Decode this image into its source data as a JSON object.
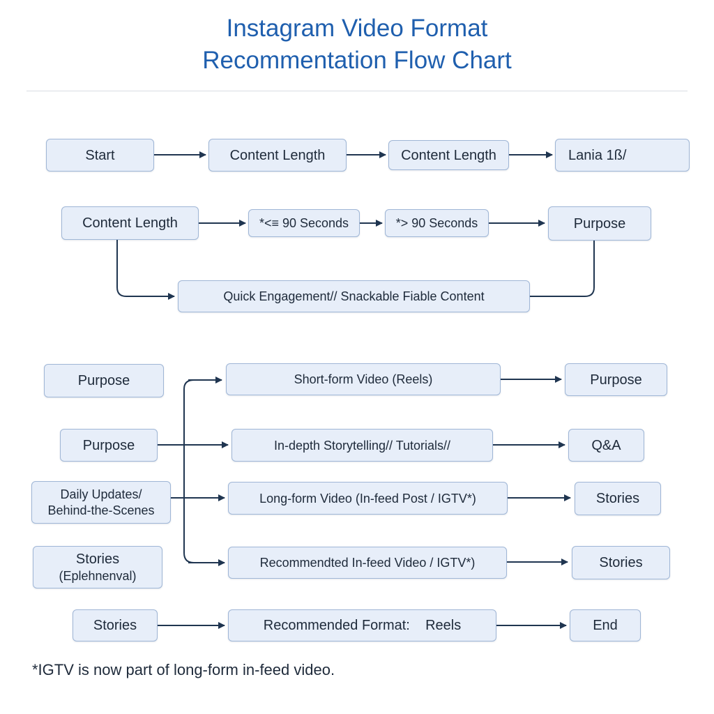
{
  "title": {
    "line1": "Instagram Video Format",
    "line2": "Recommentation Flow Chart"
  },
  "nodes": {
    "start": "Start",
    "content_length_1": "Content Length",
    "content_length_2": "Content Length",
    "lania": "Lania 1ß/",
    "content_length_3": "Content Length",
    "le_90": "*<≡ 90 Seconds",
    "gt_90": "*> 90 Seconds",
    "purpose_1": "Purpose",
    "quick_engagement": "Quick Engagement// Snackable Fiable Content",
    "purpose_2": "Purpose",
    "short_form": "Short-form Video (Reels)",
    "purpose_3": "Purpose",
    "purpose_4": "Purpose",
    "in_depth": "In-depth Storytelling// Tutorials//",
    "qa": "Q&A",
    "daily_updates_line1": "Daily Updates/",
    "daily_updates_line2": "Behind-the-Scenes",
    "long_form": "Long-form Video (In-feed Post / IGTV*)",
    "stories_1": "Stories",
    "stories_ephemeral_line1": "Stories",
    "stories_ephemeral_line2": "(Eplehnenval)",
    "recommended_infeed": "Recommendted In-feed Video / IGTV*)",
    "stories_2": "Stories",
    "stories_3": "Stories",
    "recommended_format": "Recommended Format:    Reels",
    "end": "End"
  },
  "footnote": "*IGTV is now part of long-form in-feed video.",
  "colors": {
    "title": "#1f5fae",
    "box_fill": "#e7eef9",
    "box_border": "#9fb6d6",
    "connector": "#1f3550",
    "text": "#1e2a3a"
  }
}
